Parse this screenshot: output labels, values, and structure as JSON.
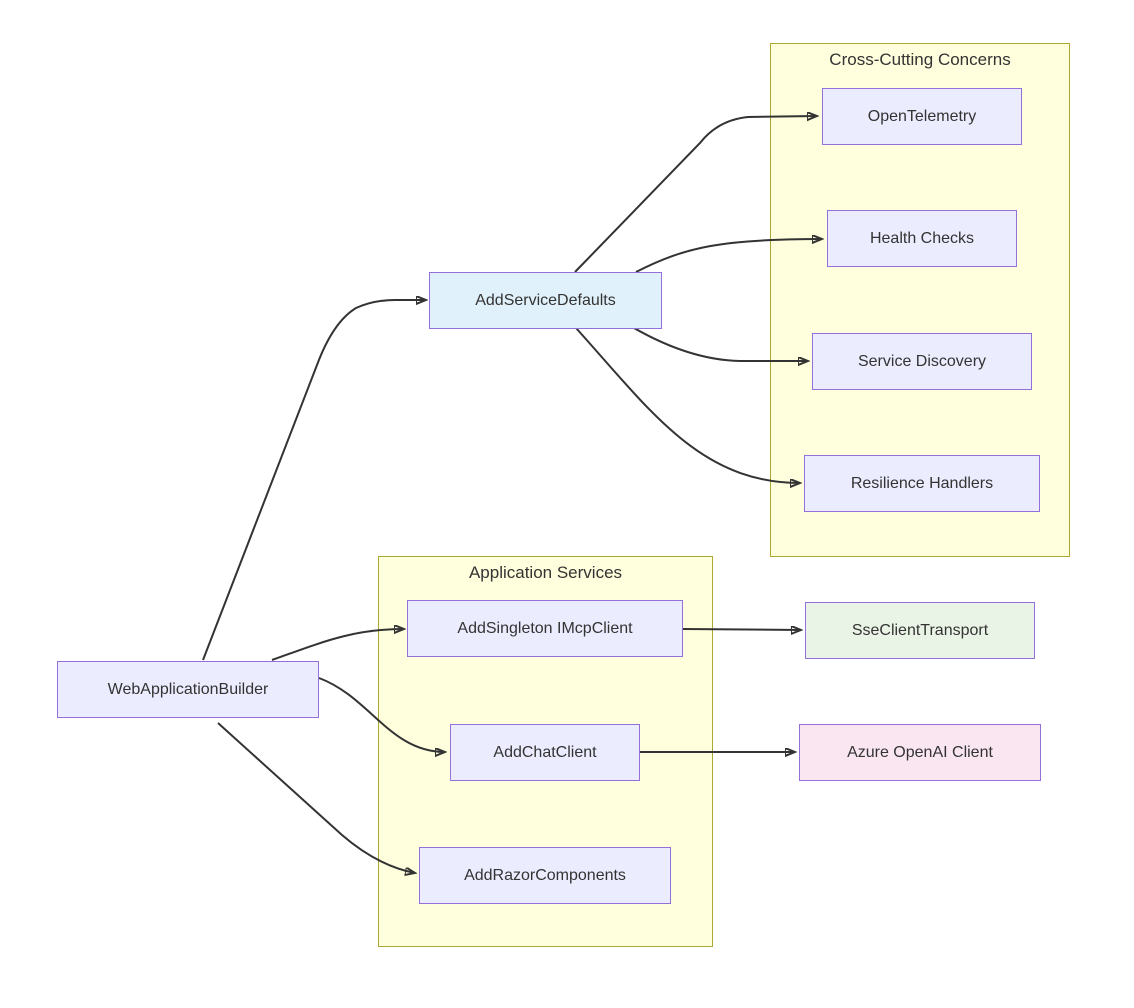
{
  "diagram": {
    "type": "flowchart-left-to-right",
    "colors": {
      "background": "#ffffff",
      "node_fill_default": "#ececff",
      "node_border": "#9370db",
      "node_fill_blue": "#e1f1fb",
      "node_fill_green": "#eaf4e6",
      "node_fill_pink": "#fae6f0",
      "cluster_fill": "#ffffde",
      "cluster_border": "#aaaa33",
      "edge_color": "#333333",
      "text_color": "#333333"
    },
    "clusters": [
      {
        "id": "cross_cutting_concerns",
        "label": "Cross-Cutting Concerns"
      },
      {
        "id": "application_services",
        "label": "Application Services"
      }
    ],
    "nodes": [
      {
        "id": "web_application_builder",
        "label": "WebApplicationBuilder",
        "style": "default",
        "cluster": null
      },
      {
        "id": "add_service_defaults",
        "label": "AddServiceDefaults",
        "style": "blue",
        "cluster": null
      },
      {
        "id": "open_telemetry",
        "label": "OpenTelemetry",
        "style": "default",
        "cluster": "cross_cutting_concerns"
      },
      {
        "id": "health_checks",
        "label": "Health Checks",
        "style": "default",
        "cluster": "cross_cutting_concerns"
      },
      {
        "id": "service_discovery",
        "label": "Service Discovery",
        "style": "default",
        "cluster": "cross_cutting_concerns"
      },
      {
        "id": "resilience_handlers",
        "label": "Resilience Handlers",
        "style": "default",
        "cluster": "cross_cutting_concerns"
      },
      {
        "id": "add_singleton_imcpclient",
        "label": "AddSingleton IMcpClient",
        "style": "default",
        "cluster": "application_services"
      },
      {
        "id": "add_chat_client",
        "label": "AddChatClient",
        "style": "default",
        "cluster": "application_services"
      },
      {
        "id": "add_razor_components",
        "label": "AddRazorComponents",
        "style": "default",
        "cluster": "application_services"
      },
      {
        "id": "sse_client_transport",
        "label": "SseClientTransport",
        "style": "green",
        "cluster": null
      },
      {
        "id": "azure_openai_client",
        "label": "Azure OpenAI Client",
        "style": "pink",
        "cluster": null
      }
    ],
    "edges": [
      {
        "from": "WebApplicationBuilder",
        "to": "AddServiceDefaults"
      },
      {
        "from": "WebApplicationBuilder",
        "to": "AddSingleton IMcpClient"
      },
      {
        "from": "WebApplicationBuilder",
        "to": "AddChatClient"
      },
      {
        "from": "WebApplicationBuilder",
        "to": "AddRazorComponents"
      },
      {
        "from": "AddServiceDefaults",
        "to": "OpenTelemetry"
      },
      {
        "from": "AddServiceDefaults",
        "to": "Health Checks"
      },
      {
        "from": "AddServiceDefaults",
        "to": "Service Discovery"
      },
      {
        "from": "AddServiceDefaults",
        "to": "Resilience Handlers"
      },
      {
        "from": "AddSingleton IMcpClient",
        "to": "SseClientTransport"
      },
      {
        "from": "AddChatClient",
        "to": "Azure OpenAI Client"
      }
    ]
  }
}
